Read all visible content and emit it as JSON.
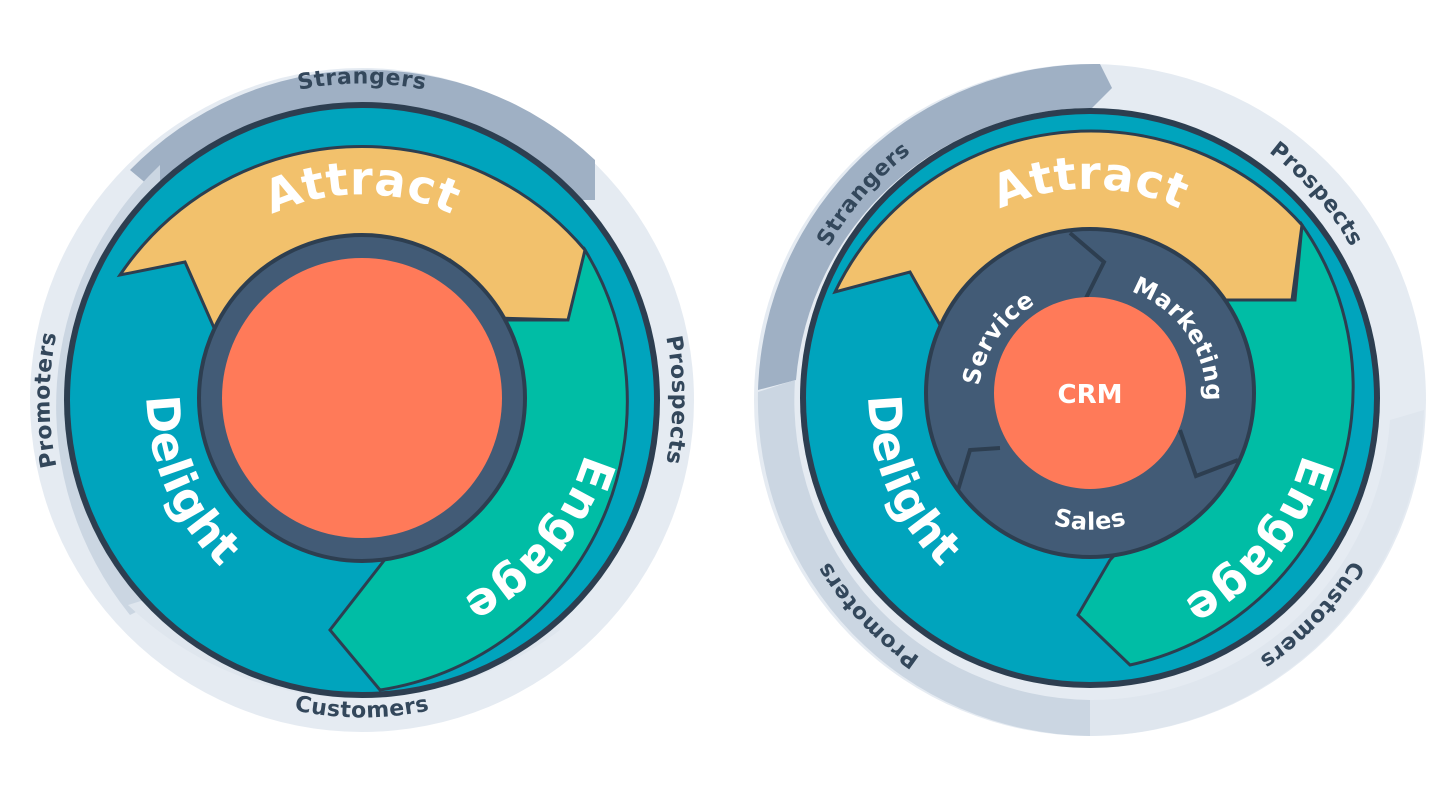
{
  "colors": {
    "attract": "#f2c16c",
    "engage": "#00bda5",
    "delight": "#00a4bd",
    "hub": "#425b76",
    "core": "#ff7a59",
    "outline": "#2d3e50",
    "ring_dark": "#9fb0c4",
    "ring_light": "#e5ebf2",
    "ring_mid": "#cbd6e2",
    "text_dark": "#33475b"
  },
  "diagrams": [
    {
      "name": "flywheel-basic",
      "stages": {
        "attract": "Attract",
        "engage": "Engage",
        "delight": "Delight"
      },
      "ring": {
        "top": "Strangers",
        "right": "Prospects",
        "bottom": "Customers",
        "left": "Promoters"
      }
    },
    {
      "name": "flywheel-crm",
      "stages": {
        "attract": "Attract",
        "engage": "Engage",
        "delight": "Delight"
      },
      "ring": {
        "top_left": "Strangers",
        "top_right": "Prospects",
        "bottom_right": "Customers",
        "bottom_left": "Promoters"
      },
      "hub": {
        "left": "Service",
        "right": "Marketing",
        "bottom": "Sales",
        "core": "CRM"
      }
    }
  ]
}
